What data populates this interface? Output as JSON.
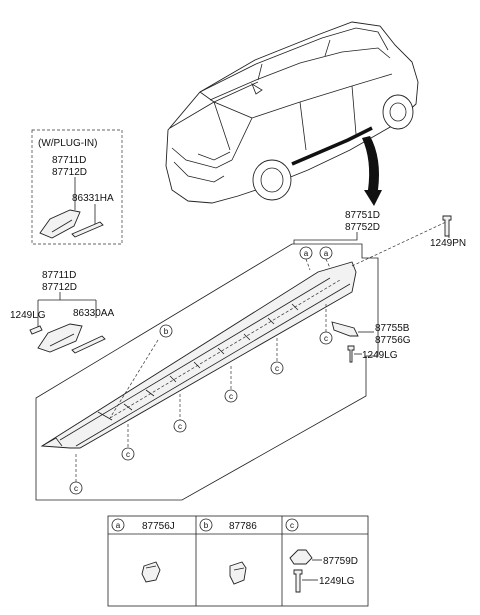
{
  "callouts": {
    "plugin_note": "(W/PLUG-IN)",
    "p87711D": "87711D",
    "p87712D": "87712D",
    "p86331HA": "86331HA",
    "p86330AA": "86330AA",
    "p1249LG": "1249LG",
    "p87751D": "87751D",
    "p87752D": "87752D",
    "p1249PN": "1249PN",
    "p87755B": "87755B",
    "p87756G": "87756G",
    "p87759D": "87759D",
    "p87756J": "87756J",
    "p87786": "87786"
  },
  "markers": {
    "a": "a",
    "b": "b",
    "c": "c"
  },
  "legend": {
    "cells": [
      {
        "marker": "a",
        "part": "87756J"
      },
      {
        "marker": "b",
        "part": "87786"
      },
      {
        "marker": "c",
        "parts": [
          "87759D",
          "1249LG"
        ]
      }
    ]
  }
}
